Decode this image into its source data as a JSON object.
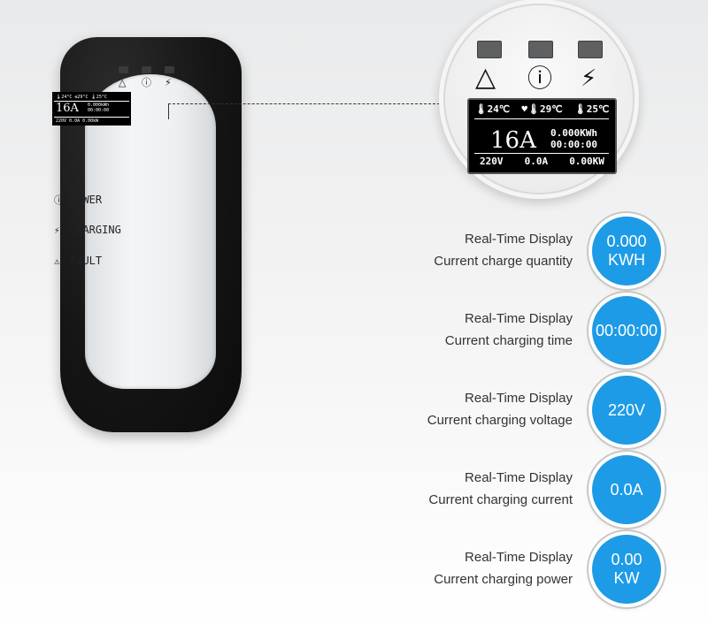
{
  "device": {
    "small_screen": {
      "temps": "🌡24°C ☢29°C 🌡25°C",
      "current": "16A",
      "energy": "0.000kWh",
      "time": "00:00:00",
      "readings": "220V  0.0A  0.00kW"
    },
    "indicators": [
      {
        "icon": "power-icon",
        "glyph": "ⓘ",
        "label": "POWER"
      },
      {
        "icon": "plug-icon",
        "glyph": "⚡",
        "label": "CHARGING"
      },
      {
        "icon": "warning-icon",
        "glyph": "⚠",
        "label": "FAULT"
      }
    ]
  },
  "zoom": {
    "temp1": "24℃",
    "temp2": "29℃",
    "temp3": "25℃",
    "current": "16A",
    "energy": "0.000KWh",
    "time": "00:00:00",
    "voltage_reading": "220V",
    "current_reading": "0.0A",
    "power_reading": "0.00KW"
  },
  "features": [
    {
      "line1": "Real-Time Display",
      "line2": "Current charge quantity",
      "badge_line1": "0.000",
      "badge_line2": "KWH"
    },
    {
      "line1": "Real-Time Display",
      "line2": "Current charging time",
      "badge_line1": "00:00:00",
      "badge_line2": ""
    },
    {
      "line1": "Real-Time Display",
      "line2": "Current charging voltage",
      "badge_line1": "220V",
      "badge_line2": ""
    },
    {
      "line1": "Real-Time Display",
      "line2": "Current charging current",
      "badge_line1": "0.0A",
      "badge_line2": ""
    },
    {
      "line1": "Real-Time Display",
      "line2": "Current charging power",
      "badge_line1": "0.00",
      "badge_line2": "KW"
    }
  ],
  "colors": {
    "accent": "#1d9be6",
    "device_body": "#151515",
    "panel": "#eeeff1"
  }
}
